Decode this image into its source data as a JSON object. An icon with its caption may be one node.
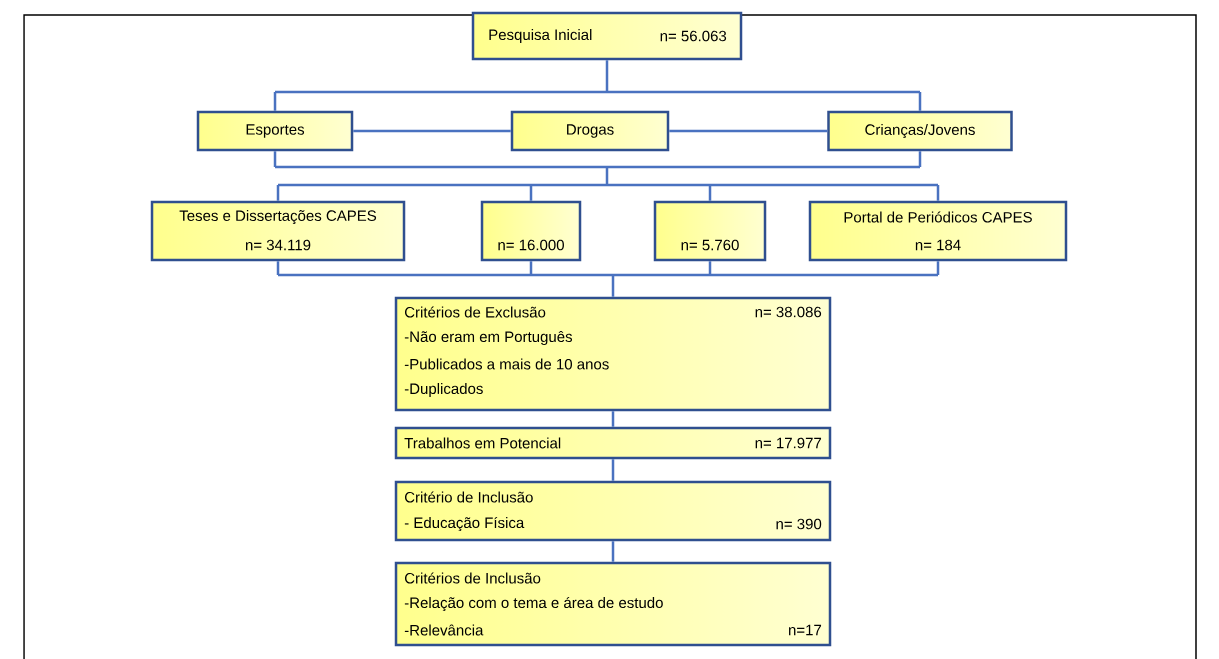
{
  "diagram": {
    "nodes": [
      {
        "text": [
          "Pesquisa Inicial",
          "n= 56.063"
        ]
      },
      {
        "text": [
          "Esportes"
        ]
      },
      {
        "text": [
          "Drogas"
        ]
      },
      {
        "text": [
          "Crianças/Jovens"
        ]
      },
      {
        "text": [
          "Teses e Dissertações CAPES",
          "n= 34.119"
        ]
      },
      {
        "text": [
          "n= 16.000"
        ]
      },
      {
        "text": [
          "n= 5.760"
        ]
      },
      {
        "text": [
          "Portal de Periódicos CAPES",
          "n= 184"
        ]
      },
      {
        "text": [
          "Critérios de Exclusão",
          "n= 38.086",
          "-Não eram em Português",
          "-Publicados a mais de 10 anos",
          "-Duplicados"
        ]
      },
      {
        "text": [
          "Trabalhos em Potencial",
          "n= 17.977"
        ]
      },
      {
        "text": [
          "Critério de Inclusão",
          "- Educação Física",
          "n= 390"
        ]
      },
      {
        "text": [
          "Critérios de Inclusão",
          "-Relação com o tema e área de estudo",
          "-Relevância",
          "n=17"
        ]
      }
    ],
    "edges": [
      {
        "from": 0,
        "to": 1,
        "arrow": "none"
      },
      {
        "from": 0,
        "to": 3,
        "arrow": "none"
      },
      {
        "from": 1,
        "to": 2,
        "arrow": "none"
      },
      {
        "from": 2,
        "to": 3,
        "arrow": "none"
      },
      {
        "from": 1,
        "to": 4,
        "arrow": "none"
      },
      {
        "from": 1,
        "to": 5,
        "arrow": "none"
      },
      {
        "from": 1,
        "to": 6,
        "arrow": "none"
      },
      {
        "from": 1,
        "to": 7,
        "arrow": "none"
      },
      {
        "from": 3,
        "to": 4,
        "arrow": "none"
      },
      {
        "from": 3,
        "to": 5,
        "arrow": "none"
      },
      {
        "from": 3,
        "to": 6,
        "arrow": "none"
      },
      {
        "from": 3,
        "to": 7,
        "arrow": "none"
      },
      {
        "from": 4,
        "to": 8,
        "arrow": "none"
      },
      {
        "from": 5,
        "to": 8,
        "arrow": "none"
      },
      {
        "from": 6,
        "to": 8,
        "arrow": "none"
      },
      {
        "from": 7,
        "to": 8,
        "arrow": "none"
      },
      {
        "from": 8,
        "to": 9,
        "arrow": "none"
      },
      {
        "from": 9,
        "to": 10,
        "arrow": "none"
      },
      {
        "from": 10,
        "to": 11,
        "arrow": "none"
      }
    ]
  }
}
